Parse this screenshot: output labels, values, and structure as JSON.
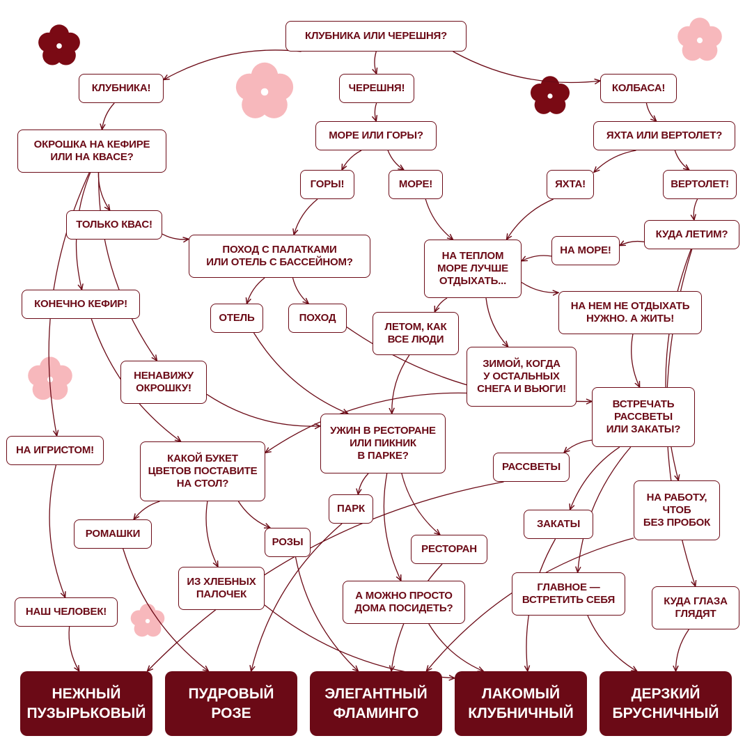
{
  "colors": {
    "accent": "#6b0a16",
    "flower_dark": "#7a0a14",
    "flower_light": "#f7b8bc",
    "background": "#ffffff"
  },
  "nodes": {
    "root": "КЛУБНИКА ИЛИ ЧЕРЕШНЯ?",
    "klubnika": "КЛУБНИКА!",
    "chereshnya": "ЧЕРЕШНЯ!",
    "kolbasa": "КОЛБАСА!",
    "okroshka": "ОКРОШКА НА КЕФИРЕ\nИЛИ НА КВАСЕ?",
    "more_gory": "МОРЕ ИЛИ ГОРЫ?",
    "yahta_vertolet": "ЯХТА ИЛИ ВЕРТОЛЕТ?",
    "gory": "ГОРЫ!",
    "more": "МОРЕ!",
    "yahta": "ЯХТА!",
    "vertolet": "ВЕРТОЛЕТ!",
    "tolko_kvas": "ТОЛЬКО КВАС!",
    "pohod_otel": "ПОХОД С ПАЛАТКАМИ\nИЛИ ОТЕЛЬ С БАССЕЙНОМ?",
    "na_teplom": "НА ТЕПЛОМ\nМОРЕ ЛУЧШЕ\nОТДЫХАТЬ...",
    "na_more": "НА МОРЕ!",
    "kuda_letim": "КУДА ЛЕТИМ?",
    "konechno_kefir": "КОНЕЧНО КЕФИР!",
    "otel": "ОТЕЛЬ",
    "pohod": "ПОХОД",
    "letom": "ЛЕТОМ, КАК\nВСЕ ЛЮДИ",
    "na_nem": "НА НЕМ НЕ ОТДЫХАТЬ\nНУЖНО. А ЖИТЬ!",
    "nenavizhu": "НЕНАВИЖУ\nОКРОШКУ!",
    "zimoy": "ЗИМОЙ, КОГДА\nУ ОСТАЛЬНЫХ\nСНЕГА И ВЬЮГИ!",
    "vstrechat": "ВСТРЕЧАТЬ\nРАССВЕТЫ\nИЛИ ЗАКАТЫ?",
    "na_igristom": "НА ИГРИСТОМ!",
    "buket": "КАКОЙ БУКЕТ\nЦВЕТОВ ПОСТАВИТЕ\nНА СТОЛ?",
    "uzhin": "УЖИН В РЕСТОРАНЕ\nИЛИ ПИКНИК\nВ ПАРКЕ?",
    "rassvety": "РАССВЕТЫ",
    "na_rabotu": "НА РАБОТУ,\nЧТОБ\nБЕЗ ПРОБОК",
    "park": "ПАРК",
    "zakaty": "ЗАКАТЫ",
    "romashki": "РОМАШКИ",
    "rozy": "РОЗЫ",
    "restoran": "РЕСТОРАН",
    "iz_hlebnyh": "ИЗ ХЛЕБНЫХ\nПАЛОЧЕК",
    "glavnoe": "ГЛАВНОЕ —\nВСТРЕТИТЬ СЕБЯ",
    "doma": "А МОЖНО ПРОСТО\nДОМА ПОСИДЕТЬ?",
    "kuda_glaza": "КУДА ГЛАЗА\nГЛЯДЯТ",
    "nash_chelovek": "НАШ ЧЕЛОВЕК!"
  },
  "results": {
    "nezhny": "НЕЖНЫЙ\nПУЗЫРЬКОВЫЙ",
    "pudrovy": "ПУДРОВЫЙ\nРОЗЕ",
    "elegantny": "ЭЛЕГАНТНЫЙ\nФЛАМИНГО",
    "lakomy": "ЛАКОМЫЙ\nКЛУБНИЧНЫЙ",
    "derzky": "ДЕРЗКИЙ\nБРУСНИЧНЫЙ"
  },
  "edges": [
    [
      "root",
      "klubnika"
    ],
    [
      "root",
      "chereshnya"
    ],
    [
      "root",
      "kolbasa"
    ],
    [
      "klubnika",
      "okroshka"
    ],
    [
      "chereshnya",
      "more_gory"
    ],
    [
      "kolbasa",
      "yahta_vertolet"
    ],
    [
      "more_gory",
      "gory"
    ],
    [
      "more_gory",
      "more"
    ],
    [
      "yahta_vertolet",
      "yahta"
    ],
    [
      "yahta_vertolet",
      "vertolet"
    ],
    [
      "okroshka",
      "tolko_kvas"
    ],
    [
      "okroshka",
      "konechno_kefir"
    ],
    [
      "okroshka",
      "nenavizhu"
    ],
    [
      "okroshka",
      "na_igristom"
    ],
    [
      "gory",
      "pohod_otel"
    ],
    [
      "tolko_kvas",
      "pohod_otel"
    ],
    [
      "more",
      "na_teplom"
    ],
    [
      "yahta",
      "na_teplom"
    ],
    [
      "vertolet",
      "kuda_letim"
    ],
    [
      "kuda_letim",
      "na_more"
    ],
    [
      "na_more",
      "na_teplom"
    ],
    [
      "kuda_letim",
      "na_rabotu"
    ],
    [
      "kuda_letim",
      "kuda_glaza"
    ],
    [
      "pohod_otel",
      "otel"
    ],
    [
      "pohod_otel",
      "pohod"
    ],
    [
      "na_teplom",
      "letom"
    ],
    [
      "na_teplom",
      "zimoy"
    ],
    [
      "na_teplom",
      "na_nem"
    ],
    [
      "na_nem",
      "vstrechat"
    ],
    [
      "otel",
      "uzhin"
    ],
    [
      "pohod",
      "vstrechat"
    ],
    [
      "letom",
      "uzhin"
    ],
    [
      "nenavizhu",
      "uzhin"
    ],
    [
      "zimoy",
      "buket"
    ],
    [
      "konechno_kefir",
      "buket"
    ],
    [
      "na_igristom",
      "nash_chelovek"
    ],
    [
      "vstrechat",
      "rassvety"
    ],
    [
      "vstrechat",
      "zakaty"
    ],
    [
      "vstrechat",
      "glavnoe"
    ],
    [
      "buket",
      "romashki"
    ],
    [
      "buket",
      "rozy"
    ],
    [
      "buket",
      "iz_hlebnyh"
    ],
    [
      "uzhin",
      "park"
    ],
    [
      "uzhin",
      "restoran"
    ],
    [
      "uzhin",
      "doma"
    ],
    [
      "nash_chelovek",
      "nezhny"
    ],
    [
      "rassvety",
      "nezhny"
    ],
    [
      "romashki",
      "pudrovy"
    ],
    [
      "park",
      "pudrovy"
    ],
    [
      "rozy",
      "elegantny"
    ],
    [
      "restoran",
      "elegantny"
    ],
    [
      "na_rabotu",
      "elegantny"
    ],
    [
      "iz_hlebnyh",
      "lakomy"
    ],
    [
      "doma",
      "lakomy"
    ],
    [
      "zakaty",
      "lakomy"
    ],
    [
      "glavnoe",
      "derzky"
    ],
    [
      "kuda_glaza",
      "derzky"
    ]
  ]
}
